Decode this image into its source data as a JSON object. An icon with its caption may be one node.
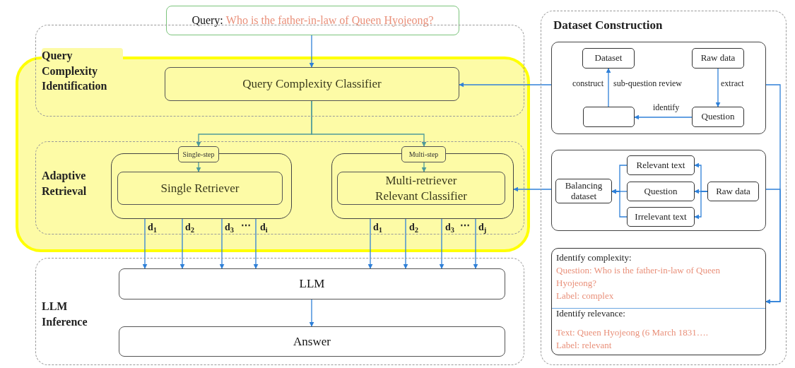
{
  "diagram": {
    "nodes": [
      {
        "text": [
          "Query:",
          "Who is the father-in-law of Queen Hyojeong?"
        ]
      },
      {
        "text": [
          "Query Complexity Identification"
        ]
      },
      {
        "text": [
          "Query Complexity Classifier"
        ],
        "in": 1
      },
      {
        "text": [
          "Adaptive Retrieval"
        ]
      },
      {
        "text": [],
        "shape": "box",
        "in": 3
      },
      {
        "text": [
          "Single-step"
        ],
        "in": 3
      },
      {
        "text": [
          "Single Retriever"
        ],
        "in": 4
      },
      {
        "text": [],
        "shape": "box",
        "in": 3
      },
      {
        "text": [
          "Multi-step"
        ],
        "in": 3
      },
      {
        "text": [
          "Multi-retriever Relevant Classifier"
        ],
        "in": 7
      },
      {
        "text": [
          "LLM Inference"
        ]
      },
      {
        "text": [
          "LLM"
        ],
        "in": 10
      },
      {
        "text": [
          "Answer"
        ],
        "in": 10
      },
      {
        "text": [
          "Dataset Construction"
        ]
      },
      {
        "text": [],
        "shape": "box",
        "in": 13
      },
      {
        "text": [
          "Dataset"
        ],
        "in": 14
      },
      {
        "text": [
          "Raw data"
        ],
        "in": 14
      },
      {
        "text": [],
        "shape": "box",
        "in": 14
      },
      {
        "text": [
          "Question"
        ],
        "in": 14
      },
      {
        "text": [],
        "shape": "box",
        "in": 13
      },
      {
        "text": [
          "Balancing dataset"
        ],
        "in": 19
      },
      {
        "text": [
          "Relevant text"
        ],
        "in": 19
      },
      {
        "text": [
          "Question"
        ],
        "in": 19
      },
      {
        "text": [
          "Irrelevant text"
        ],
        "in": 19
      },
      {
        "text": [
          "Raw data"
        ],
        "in": 19
      },
      {
        "text": [
          "Identify complexity:",
          "Question: Who is the father-in-law of Queen Hyojeong?",
          "Label: complex",
          "Identify relevance:",
          "Text: Queen Hyojeong (6 March 1831….",
          "Label: relevant"
        ],
        "in": 13
      }
    ],
    "edges": [
      {
        "from": 0,
        "to": 2,
        "arrow": "to"
      },
      {
        "from": 2,
        "to": 5,
        "arrow": "to",
        "color": "#4e9a9a"
      },
      {
        "from": 2,
        "to": 8,
        "arrow": "to",
        "color": "#4e9a9a"
      },
      {
        "from": 5,
        "to": 6,
        "arrow": "to",
        "color": "#4e9a9a"
      },
      {
        "from": 8,
        "to": 9,
        "arrow": "to",
        "color": "#4e9a9a"
      },
      {
        "from": 4,
        "to": 11,
        "arrow": "to"
      },
      {
        "from": 4,
        "to": 11,
        "arrow": "to"
      },
      {
        "from": 4,
        "to": 11,
        "arrow": "to"
      },
      {
        "from": 4,
        "to": 11,
        "arrow": "to"
      },
      {
        "from": 7,
        "to": 11,
        "arrow": "to"
      },
      {
        "from": 7,
        "to": 11,
        "arrow": "to"
      },
      {
        "from": 7,
        "to": 11,
        "arrow": "to"
      },
      {
        "from": 7,
        "to": 11,
        "arrow": "to"
      },
      {
        "from": 11,
        "to": 12,
        "arrow": "to"
      },
      {
        "from": 14,
        "to": 2,
        "arrow": "to"
      },
      {
        "from": 19,
        "to": 7,
        "arrow": "to"
      },
      {
        "from": 14,
        "to": 25,
        "arrow": "to"
      },
      {
        "from": 19,
        "to": 25,
        "arrow": "to"
      },
      {
        "from": 17,
        "to": 15,
        "arrow": "to",
        "label": "construct"
      },
      {
        "from": 16,
        "to": 18,
        "arrow": "to",
        "label": "extract"
      },
      {
        "from": 18,
        "to": 17,
        "arrow": "to",
        "label": "identify"
      },
      {
        "from": 24,
        "to": 21,
        "arrow": "to"
      },
      {
        "from": 24,
        "to": 22,
        "arrow": "to"
      },
      {
        "from": 24,
        "to": 23,
        "arrow": "to"
      },
      {
        "from": 21,
        "to": 20,
        "arrow": "to"
      },
      {
        "from": 22,
        "to": 20,
        "arrow": "to"
      },
      {
        "from": 23,
        "to": 20,
        "arrow": "to"
      }
    ],
    "labels": [
      "d$_{1}$",
      "d$_{2}$",
      "d$_{3}$",
      "⋯",
      "d$_{i}$",
      "d$_{1}$",
      "d$_{2}$",
      "d$_{3}$",
      "⋯",
      "d$_{j}$",
      "sub-question review"
    ]
  }
}
